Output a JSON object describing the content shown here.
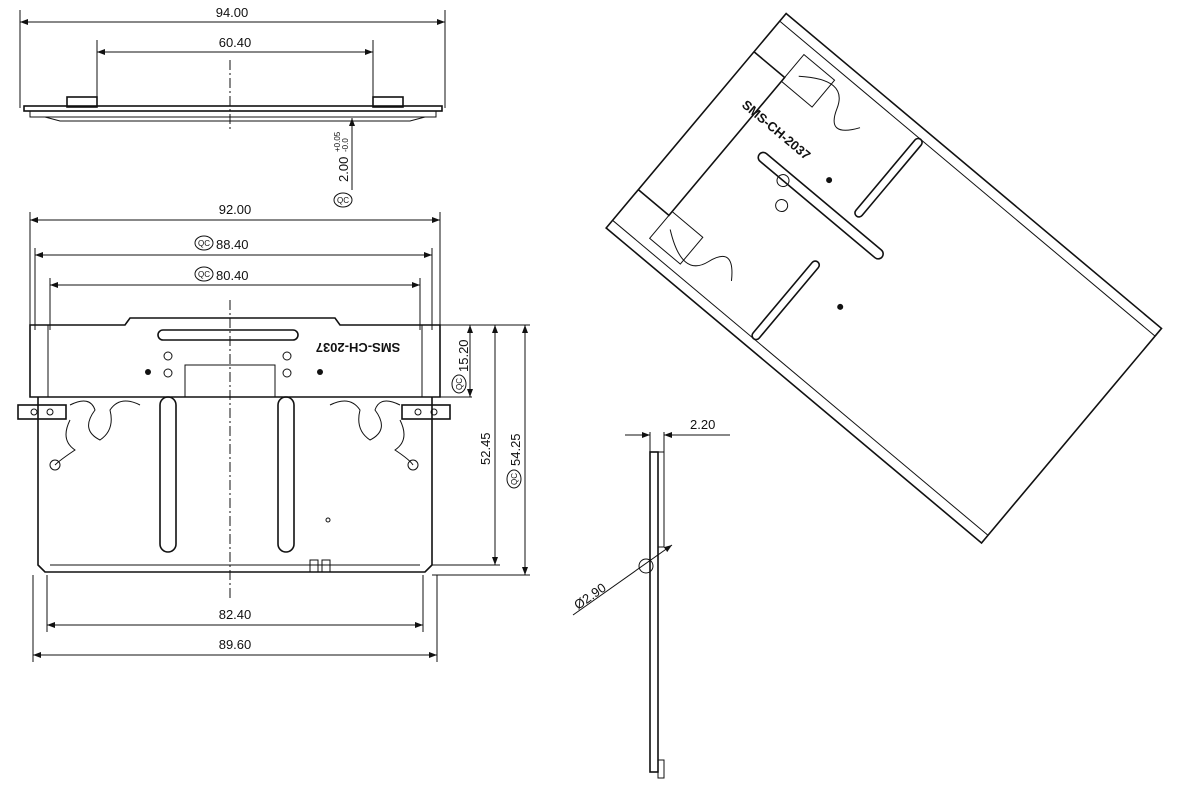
{
  "top_view": {
    "overall_width": "94.00",
    "inner_width": "60.40",
    "thickness": "2.00",
    "thickness_tol_upper": "+0.05",
    "thickness_tol_lower": "-0.0",
    "qc_label": "QC"
  },
  "front_view": {
    "overall_width": "92.00",
    "width_qc_1": "88.40",
    "width_qc_2": "80.40",
    "bottom_width_1": "82.40",
    "bottom_width_2": "89.60",
    "height_top_section": "15.20",
    "height_inner": "52.45",
    "height_overall": "54.25",
    "part_marking": "SMS-CH-2037",
    "qc_label": "QC"
  },
  "side_view": {
    "thickness": "2.20",
    "hole_diameter": "Ø2.90"
  },
  "iso_view": {
    "part_marking": "SMS-CH-2037"
  }
}
